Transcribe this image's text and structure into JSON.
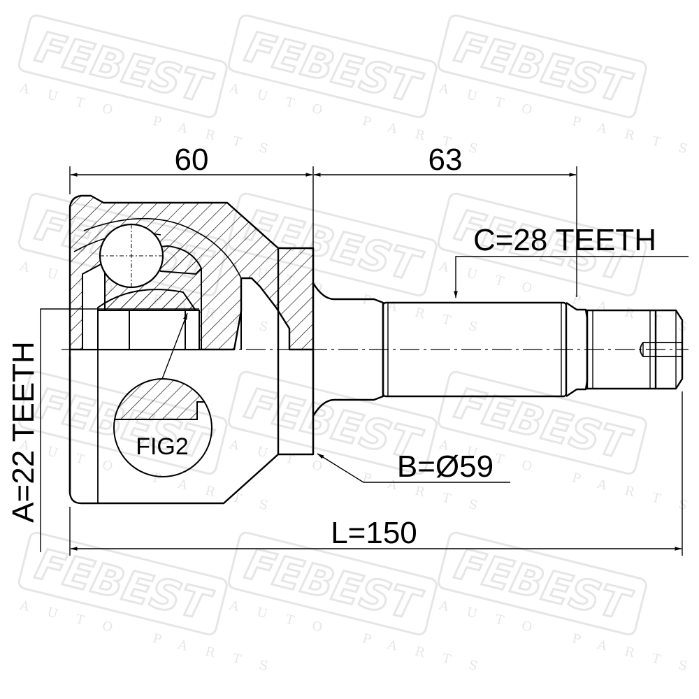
{
  "watermark": {
    "brand": "FEBEST",
    "tagline": "AUTO PARTS",
    "color": "#e6e6e6"
  },
  "dimensions": {
    "outer_length": "60",
    "stem_length": "63",
    "total_length": "L=150",
    "outer_diameter": "B=Ø59",
    "inner_teeth": "A=22 TEETH",
    "outer_teeth": "C=28 TEETH"
  },
  "detail": {
    "label": "FIG2"
  },
  "colors": {
    "line": "#000000",
    "background": "#ffffff"
  }
}
